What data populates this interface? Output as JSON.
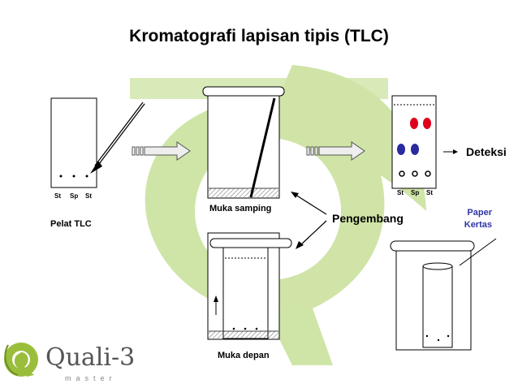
{
  "title": "Kromatografi lapisan tipis (TLC)",
  "plate_lanes": [
    "St",
    "Sp",
    "St"
  ],
  "result_lanes": [
    "St",
    "Sp",
    "St"
  ],
  "labels": {
    "pelat_tlc": "Pelat TLC",
    "muka_samping": "Muka samping",
    "muka_depan": "Muka depan",
    "pengembang": "Pengembang",
    "deteksi": "Deteksi",
    "paper_line1": "Paper",
    "paper_line2": "Kertas"
  },
  "logo": {
    "name": "Quali-3",
    "sub": "master"
  },
  "colors": {
    "watermark": "#a8cf5e",
    "spot_red": "#e0001b",
    "spot_blue": "#2a2aa0",
    "label_blue": "#2d35a8"
  }
}
